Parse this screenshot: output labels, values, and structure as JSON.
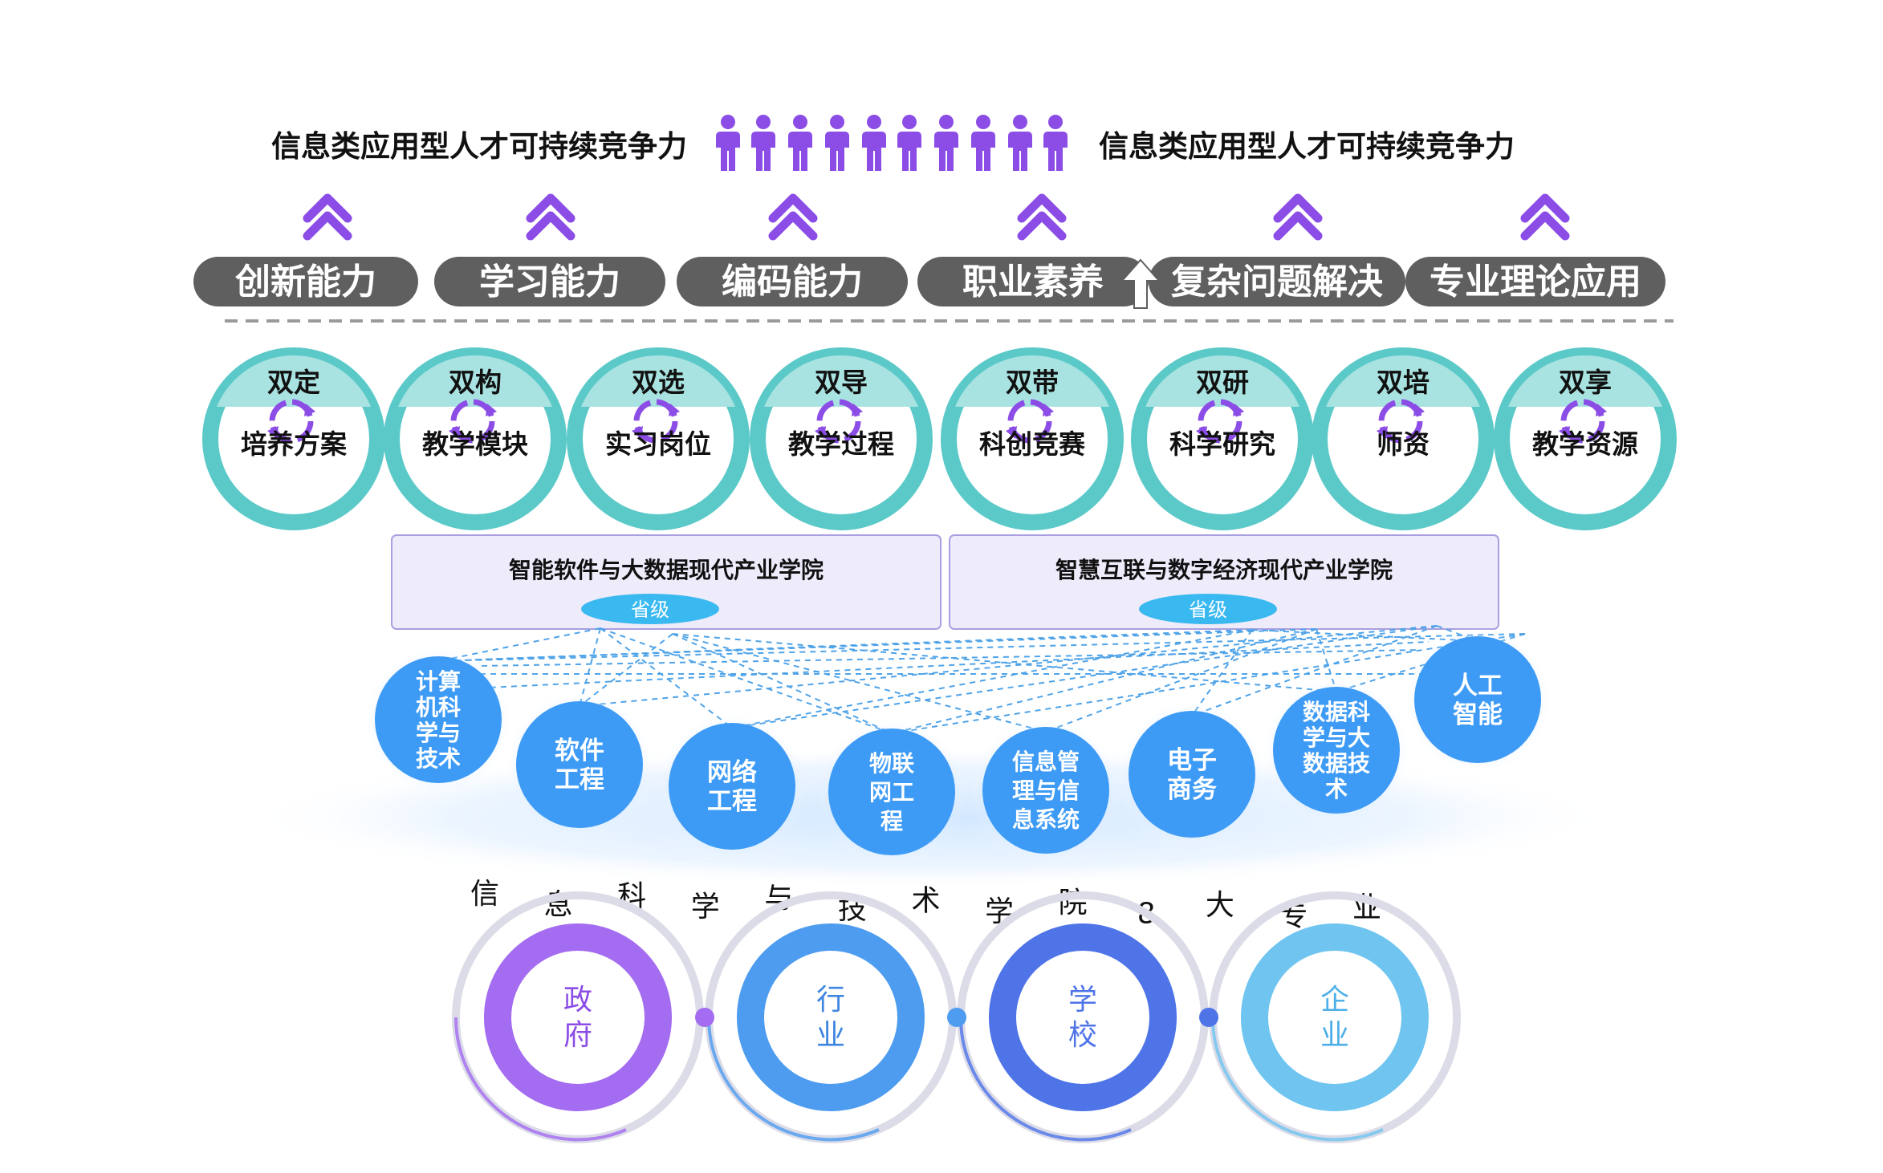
{
  "top": {
    "left_title": "信息类应用型人才可持续竞争力",
    "right_title": "信息类应用型人才可持续竞争力"
  },
  "abilities": [
    "创新能力",
    "学习能力",
    "编码能力",
    "职业素养",
    "复杂问题解决",
    "专业理论应用"
  ],
  "shuang": [
    {
      "top": "双定",
      "bottom": "培养方案"
    },
    {
      "top": "双构",
      "bottom": "教学模块"
    },
    {
      "top": "双选",
      "bottom": "实习岗位"
    },
    {
      "top": "双导",
      "bottom": "教学过程"
    },
    {
      "top": "双带",
      "bottom": "科创竞赛"
    },
    {
      "top": "双研",
      "bottom": "科学研究"
    },
    {
      "top": "双培",
      "bottom": "师资"
    },
    {
      "top": "双享",
      "bottom": "教学资源"
    }
  ],
  "colleges": [
    {
      "name": "智能软件与大数据现代产业学院",
      "badge": "省级"
    },
    {
      "name": "智慧互联与数字经济现代产业学院",
      "badge": "省级"
    }
  ],
  "majors": [
    {
      "lines": [
        "计算",
        "机科",
        "学与",
        "技术"
      ]
    },
    {
      "lines": [
        "软件",
        "工程"
      ]
    },
    {
      "lines": [
        "网络",
        "工程"
      ]
    },
    {
      "lines": [
        "物联",
        "网工",
        "程"
      ]
    },
    {
      "lines": [
        "信息管",
        "理与信",
        "息系统"
      ]
    },
    {
      "lines": [
        "电子",
        "商务"
      ]
    },
    {
      "lines": [
        "数据科",
        "学与大",
        "数据技",
        "术"
      ]
    },
    {
      "lines": [
        "人工",
        "智能"
      ]
    }
  ],
  "school_caption": [
    "信",
    "息",
    "科",
    "学",
    "与",
    "技",
    "术",
    "学",
    "院",
    "8",
    "大",
    "专",
    "业"
  ],
  "partners": [
    {
      "lines": [
        "政",
        "府"
      ]
    },
    {
      "lines": [
        "行",
        "业"
      ]
    },
    {
      "lines": [
        "学",
        "校"
      ]
    },
    {
      "lines": [
        "企",
        "业"
      ]
    }
  ],
  "colors": {
    "purple": "#8B4DE6",
    "teal": "#5CC9C9",
    "blue": "#3E9BF5",
    "pill_gray": "#5F5F5F"
  }
}
